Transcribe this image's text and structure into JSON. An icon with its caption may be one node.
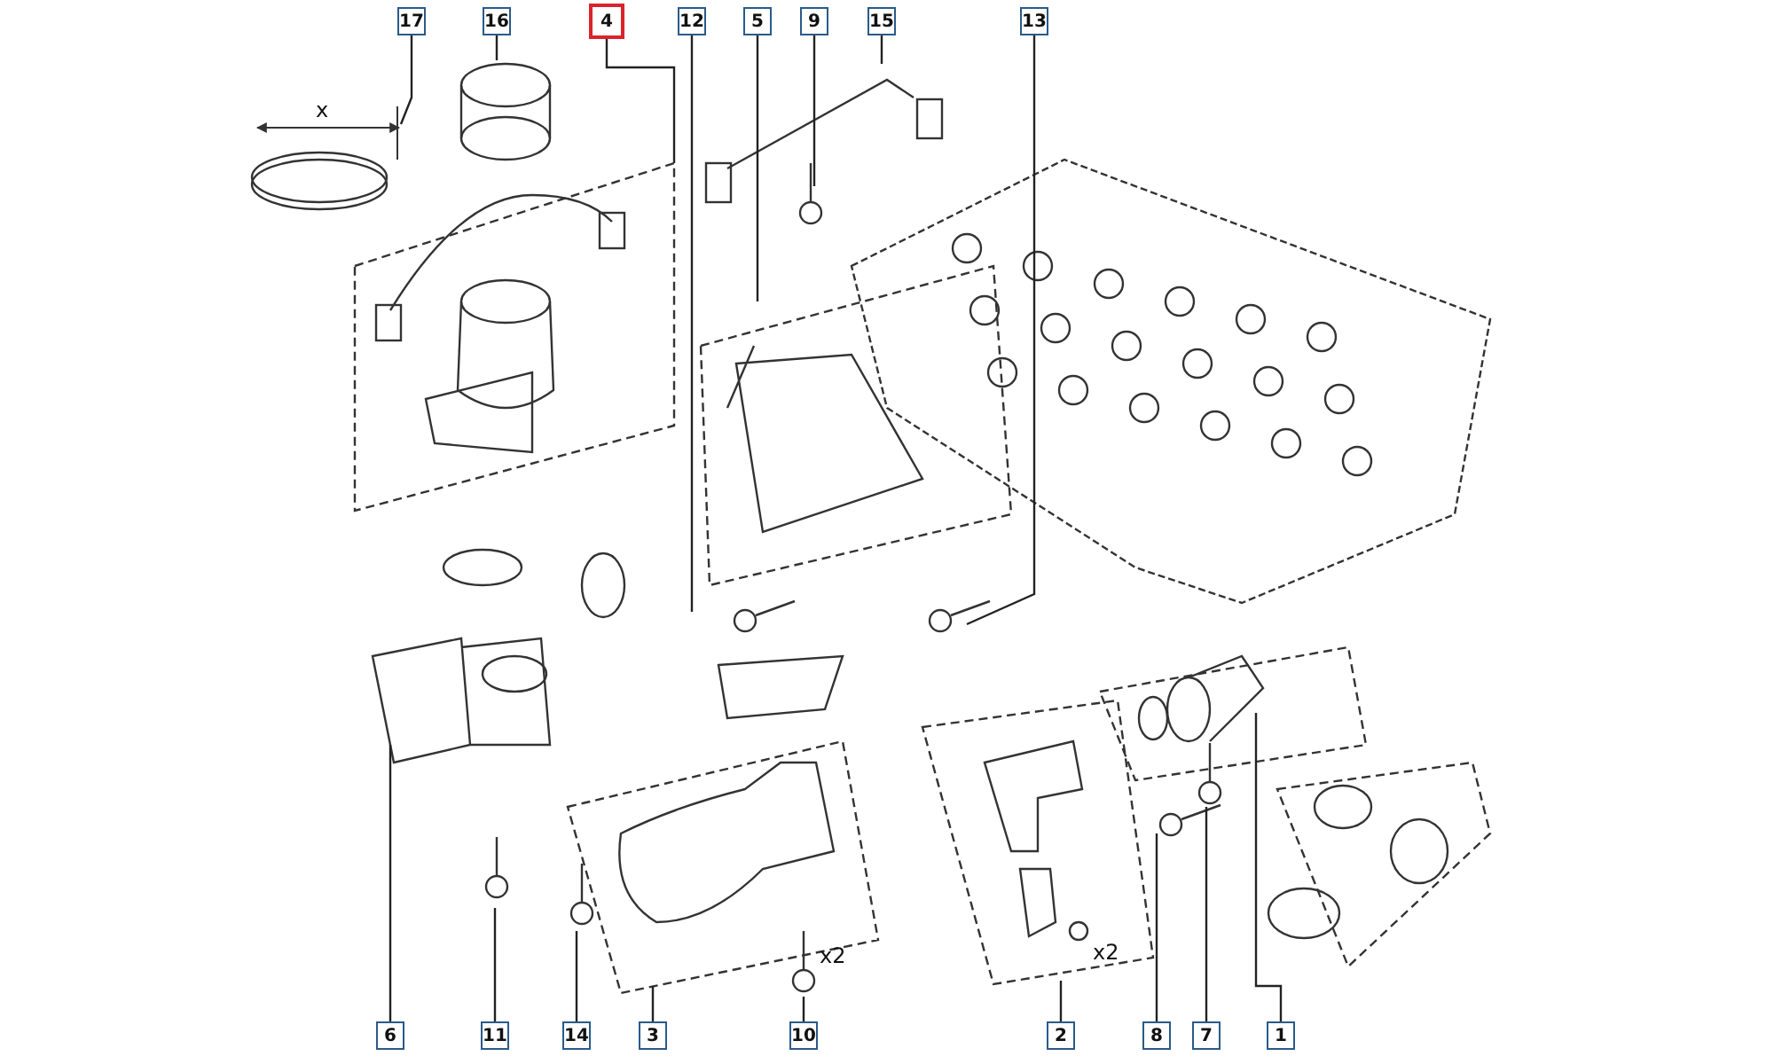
{
  "diagram": {
    "nodes": [
      {
        "text": [
          "17"
        ]
      },
      {
        "text": [
          "16"
        ]
      },
      {
        "text": [
          "4"
        ]
      },
      {
        "text": [
          "12"
        ]
      },
      {
        "text": [
          "5"
        ]
      },
      {
        "text": [
          "9"
        ]
      },
      {
        "text": [
          "15"
        ]
      },
      {
        "text": [
          "13"
        ]
      },
      {
        "text": [
          "6"
        ]
      },
      {
        "text": [
          "11"
        ]
      },
      {
        "text": [
          "14"
        ]
      },
      {
        "text": [
          "3"
        ]
      },
      {
        "text": [
          "10"
        ]
      },
      {
        "text": [
          "2"
        ]
      },
      {
        "text": [
          "8"
        ]
      },
      {
        "text": [
          "7"
        ]
      },
      {
        "text": [
          "1"
        ]
      }
    ],
    "edges": [
      {
        "from": 0,
        "to": null,
        "arrow": "none"
      },
      {
        "from": 1,
        "to": null,
        "arrow": "none"
      },
      {
        "from": 2,
        "to": null,
        "arrow": "none"
      },
      {
        "from": 3,
        "to": null,
        "arrow": "none"
      },
      {
        "from": 4,
        "to": null,
        "arrow": "none"
      },
      {
        "from": 5,
        "to": null,
        "arrow": "none"
      },
      {
        "from": 6,
        "to": null,
        "arrow": "none"
      },
      {
        "from": 7,
        "to": null,
        "arrow": "none"
      },
      {
        "from": 8,
        "to": null,
        "arrow": "none"
      },
      {
        "from": 9,
        "to": null,
        "arrow": "none"
      },
      {
        "from": 10,
        "to": null,
        "arrow": "none"
      },
      {
        "from": 11,
        "to": null,
        "arrow": "none"
      },
      {
        "from": 12,
        "to": null,
        "arrow": "none"
      },
      {
        "from": 13,
        "to": null,
        "arrow": "none"
      },
      {
        "from": 14,
        "to": null,
        "arrow": "none"
      },
      {
        "from": 15,
        "to": null,
        "arrow": "none"
      },
      {
        "from": 16,
        "to": null,
        "arrow": "none"
      }
    ],
    "labels": [
      "x",
      "x2",
      "x2"
    ]
  }
}
